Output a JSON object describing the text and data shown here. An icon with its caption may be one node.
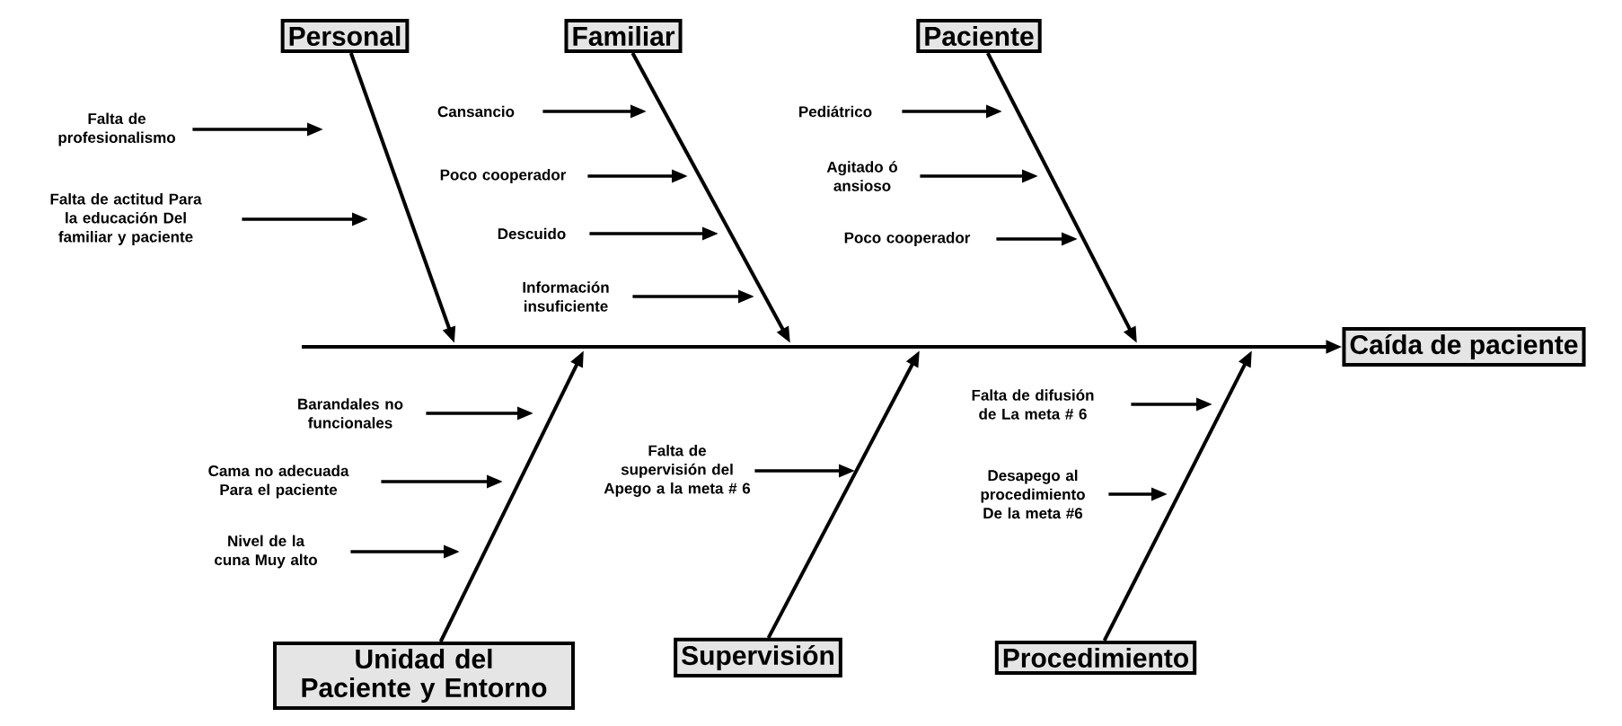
{
  "diagram": {
    "nodes": [
      {
        "text": [
          "Personal"
        ]
      },
      {
        "text": [
          "Familiar"
        ]
      },
      {
        "text": [
          "Paciente"
        ]
      },
      {
        "text": [
          "Caída de paciente"
        ]
      },
      {
        "text": [
          "Unidad del Paciente y Entorno"
        ]
      },
      {
        "text": [
          "Supervisión"
        ]
      },
      {
        "text": [
          "Procedimiento"
        ]
      },
      {
        "text": [
          "Falta de profesionalismo"
        ]
      },
      {
        "text": [
          "Falta de actitud Para la educación Del familiar y paciente"
        ]
      },
      {
        "text": [
          "Cansancio"
        ]
      },
      {
        "text": [
          "Poco cooperador"
        ]
      },
      {
        "text": [
          "Descuido"
        ]
      },
      {
        "text": [
          "Información insuficiente"
        ]
      },
      {
        "text": [
          "Pediátrico"
        ]
      },
      {
        "text": [
          "Agitado ó ansioso"
        ]
      },
      {
        "text": [
          "Poco cooperador"
        ]
      },
      {
        "text": [
          "Barandales no funcionales"
        ]
      },
      {
        "text": [
          "Cama no adecuada Para el paciente"
        ]
      },
      {
        "text": [
          "Nivel de la cuna Muy alto"
        ]
      },
      {
        "text": [
          "Falta de supervisión del Apego a la meta # 6"
        ]
      },
      {
        "text": [
          "Falta de difusión de La meta # 6"
        ]
      },
      {
        "text": [
          "Desapego al procedimiento De la meta #6"
        ]
      }
    ],
    "edges": [
      {
        "from": null,
        "to": 3,
        "arrow": "to"
      },
      {
        "from": 0,
        "to": null,
        "arrow": "to"
      },
      {
        "from": 1,
        "to": null,
        "arrow": "to"
      },
      {
        "from": 2,
        "to": null,
        "arrow": "to"
      },
      {
        "from": 4,
        "to": null,
        "arrow": "to"
      },
      {
        "from": 5,
        "to": null,
        "arrow": "to"
      },
      {
        "from": 6,
        "to": null,
        "arrow": "to"
      },
      {
        "from": 7,
        "to": null,
        "arrow": "to"
      },
      {
        "from": 8,
        "to": null,
        "arrow": "to"
      },
      {
        "from": 9,
        "to": null,
        "arrow": "to"
      },
      {
        "from": 10,
        "to": null,
        "arrow": "to"
      },
      {
        "from": 11,
        "to": null,
        "arrow": "to"
      },
      {
        "from": 12,
        "to": null,
        "arrow": "to"
      },
      {
        "from": 13,
        "to": null,
        "arrow": "to"
      },
      {
        "from": 14,
        "to": null,
        "arrow": "to"
      },
      {
        "from": 15,
        "to": null,
        "arrow": "to"
      },
      {
        "from": 16,
        "to": null,
        "arrow": "to"
      },
      {
        "from": 17,
        "to": null,
        "arrow": "to"
      },
      {
        "from": 18,
        "to": null,
        "arrow": "to"
      },
      {
        "from": 19,
        "to": null,
        "arrow": "to"
      },
      {
        "from": 20,
        "to": null,
        "arrow": "to"
      },
      {
        "from": 21,
        "to": null,
        "arrow": "to"
      }
    ]
  }
}
